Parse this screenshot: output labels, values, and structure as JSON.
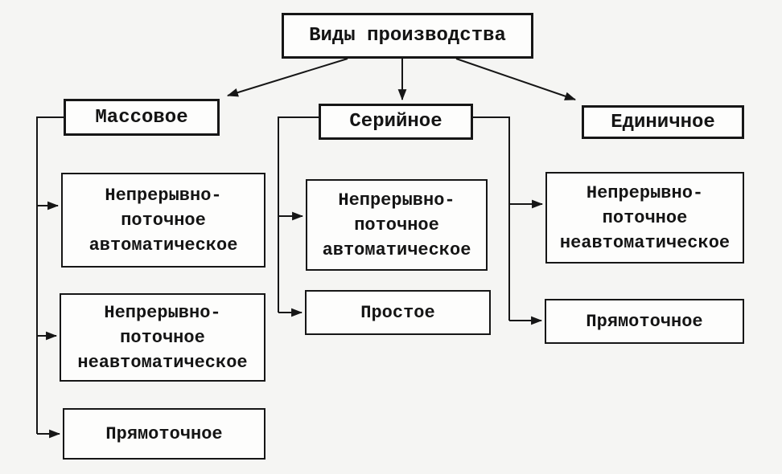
{
  "diagram": {
    "title": "Виды производства",
    "colors": {
      "background": "#f5f5f3",
      "box_fill": "#fdfdfc",
      "border": "#161616",
      "line": "#161616",
      "text": "#141414"
    },
    "root": {
      "label": "Виды производства"
    },
    "branches": [
      {
        "label": "Массовое",
        "children": [
          {
            "label": "Непрерывно-\nпоточное\nавтоматическое"
          },
          {
            "label": "Непрерывно-\nпоточное\nнеавтоматическое"
          },
          {
            "label": "Прямоточное"
          }
        ]
      },
      {
        "label": "Серийное",
        "children": [
          {
            "label": "Непрерывно-\nпоточное\nавтоматическое"
          },
          {
            "label": "Простое"
          }
        ]
      },
      {
        "label": "Единичное",
        "children": [
          {
            "label": "Непрерывно-\nпоточное\nнеавтоматическое"
          },
          {
            "label": "Прямоточное"
          }
        ]
      }
    ]
  }
}
